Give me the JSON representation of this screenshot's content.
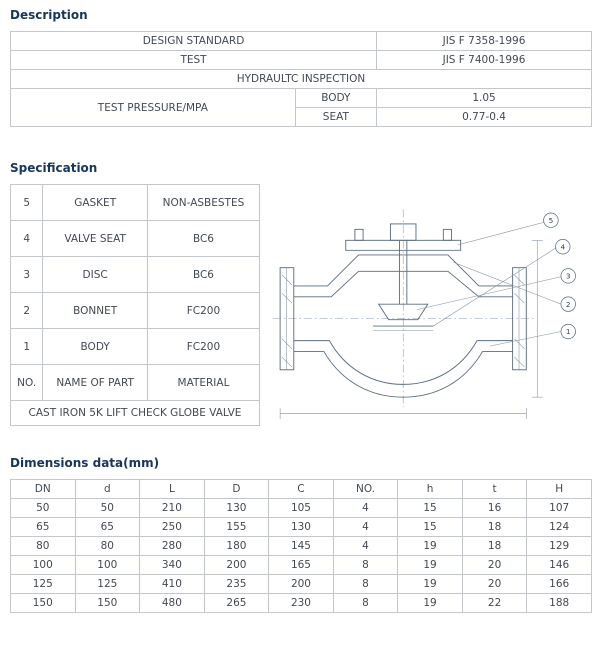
{
  "headings": {
    "description": "Description",
    "specification": "Specification",
    "dimensions": "Dimensions data(mm)"
  },
  "description_table": {
    "rows": [
      {
        "label": "DESIGN STANDARD",
        "value": "JIS F 7358-1996"
      },
      {
        "label": "TEST",
        "value": "JIS F 7400-1996"
      }
    ],
    "inspection": "HYDRAULTC INSPECTION",
    "pressure": {
      "label": "TEST PRESSURE/MPA",
      "body_label": "BODY",
      "body_value": "1.05",
      "seat_label": "SEAT",
      "seat_value": "0.77-0.4"
    }
  },
  "spec_table": {
    "rows": [
      {
        "no": "5",
        "part": "GASKET",
        "material": "NON-ASBESTES"
      },
      {
        "no": "4",
        "part": "VALVE SEAT",
        "material": "BC6"
      },
      {
        "no": "3",
        "part": "DISC",
        "material": "BC6"
      },
      {
        "no": "2",
        "part": "BONNET",
        "material": "FC200"
      },
      {
        "no": "1",
        "part": "BODY",
        "material": "FC200"
      },
      {
        "no": "NO.",
        "part": "NAME OF PART",
        "material": "MATERIAL"
      }
    ],
    "footer": "CAST IRON 5K LIFT CHECK GLOBE VALVE"
  },
  "drawing": {
    "callouts": [
      "5",
      "4",
      "3",
      "2",
      "1"
    ]
  },
  "dimensions_table": {
    "headers": [
      "DN",
      "d",
      "L",
      "D",
      "C",
      "NO.",
      "h",
      "t",
      "H"
    ],
    "rows": [
      [
        "50",
        "50",
        "210",
        "130",
        "105",
        "4",
        "15",
        "16",
        "107"
      ],
      [
        "65",
        "65",
        "250",
        "155",
        "130",
        "4",
        "15",
        "18",
        "124"
      ],
      [
        "80",
        "80",
        "280",
        "180",
        "145",
        "4",
        "19",
        "18",
        "129"
      ],
      [
        "100",
        "100",
        "340",
        "200",
        "165",
        "8",
        "19",
        "20",
        "146"
      ],
      [
        "125",
        "125",
        "410",
        "235",
        "200",
        "8",
        "19",
        "20",
        "166"
      ],
      [
        "150",
        "150",
        "480",
        "265",
        "230",
        "8",
        "19",
        "22",
        "188"
      ]
    ]
  }
}
